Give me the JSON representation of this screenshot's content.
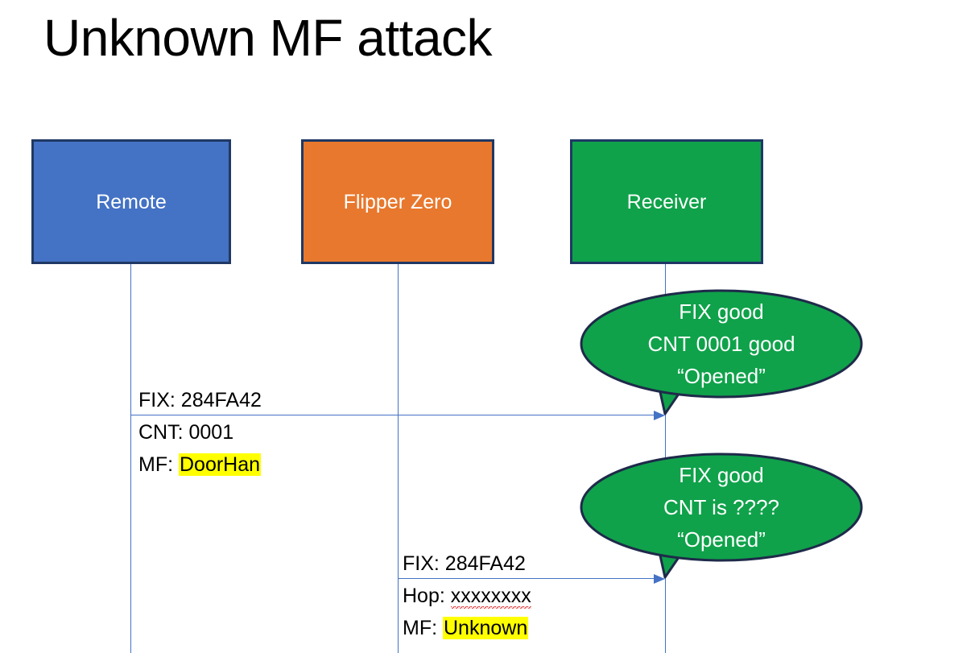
{
  "slide": {
    "title": "Unknown MF attack",
    "background": "#ffffff"
  },
  "colors": {
    "remote_fill": "#4472C4",
    "flipper_fill": "#E8782D",
    "receiver_fill": "#0FA24A",
    "box_border": "#1F3864",
    "lifeline": "#4472C4",
    "arrow": "#4472C4",
    "bubble_fill": "#0FA24A",
    "bubble_border": "#1F2A4A",
    "highlight": "#FFFF00",
    "spellcheck_underline": "#E03030",
    "text_dark": "#000000",
    "text_light": "#ffffff"
  },
  "actors": [
    {
      "id": "remote",
      "label": "Remote"
    },
    {
      "id": "flipper",
      "label": "Flipper Zero"
    },
    {
      "id": "receiver",
      "label": "Receiver"
    }
  ],
  "messages": [
    {
      "id": "msg-remote-to-receiver",
      "from": "remote",
      "to": "receiver",
      "lines": [
        {
          "prefix": "FIX: ",
          "value": "284FA42",
          "highlight": false,
          "spellcheck": false
        },
        {
          "prefix": "CNT: ",
          "value": "0001",
          "highlight": false,
          "spellcheck": false
        },
        {
          "prefix": "MF: ",
          "value": "DoorHan",
          "highlight": true,
          "spellcheck": true
        }
      ]
    },
    {
      "id": "msg-flipper-to-receiver",
      "from": "flipper",
      "to": "receiver",
      "lines": [
        {
          "prefix": "FIX: ",
          "value": "284FA42",
          "highlight": false,
          "spellcheck": false
        },
        {
          "prefix": "Hop: ",
          "value": "xxxxxxxx",
          "highlight": false,
          "spellcheck": true
        },
        {
          "prefix": "MF: ",
          "value": "Unknown",
          "highlight": true,
          "spellcheck": false
        }
      ]
    }
  ],
  "bubbles": [
    {
      "id": "bubble-first-response",
      "lines": [
        "FIX good",
        "CNT 0001 good",
        "“Opened”"
      ]
    },
    {
      "id": "bubble-second-response",
      "lines": [
        "FIX good",
        "CNT is ????",
        "“Opened”"
      ]
    }
  ]
}
